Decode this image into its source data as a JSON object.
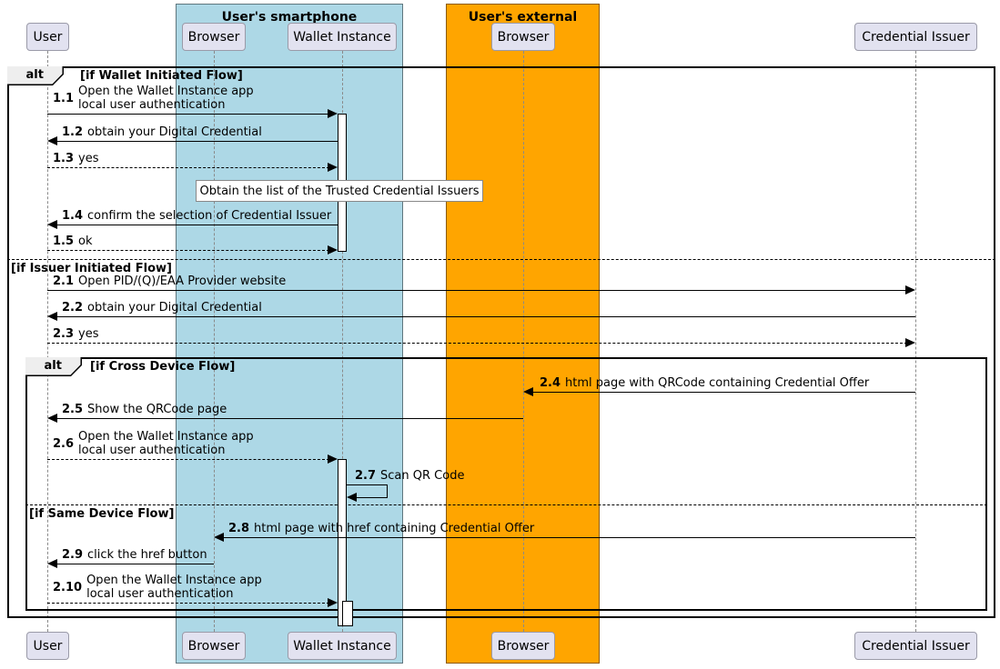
{
  "boxes": {
    "smartphone": {
      "title": "User's smartphone",
      "fill": "#ADD8E6"
    },
    "external": {
      "title": "User's external device",
      "fill": "#FFA500"
    }
  },
  "participants": {
    "user": "User",
    "browser_phone": "Browser",
    "wallet": "Wallet Instance",
    "browser_ext": "Browser",
    "issuer": "Credential Issuer"
  },
  "frames": {
    "outer": {
      "keyword": "alt",
      "guard1": "[if Wallet Initiated Flow]",
      "guard2": "[if Issuer Initiated Flow]"
    },
    "inner": {
      "keyword": "alt",
      "guard1": "[if Cross Device Flow]",
      "guard2": "[if Same Device Flow]"
    }
  },
  "note": {
    "text": "Obtain the list of the Trusted Credential Issuers"
  },
  "messages": {
    "m1_1": {
      "num": "1.1",
      "line1": "Open the Wallet Instance app",
      "line2": "local user authentication"
    },
    "m1_2": {
      "num": "1.2",
      "text": "obtain your Digital Credential"
    },
    "m1_3": {
      "num": "1.3",
      "text": "yes"
    },
    "m1_4": {
      "num": "1.4",
      "text": "confirm the selection of Credential Issuer"
    },
    "m1_5": {
      "num": "1.5",
      "text": "ok"
    },
    "m2_1": {
      "num": "2.1",
      "text": "Open PID/(Q)/EAA Provider website"
    },
    "m2_2": {
      "num": "2.2",
      "text": "obtain your Digital Credential"
    },
    "m2_3": {
      "num": "2.3",
      "text": "yes"
    },
    "m2_4": {
      "num": "2.4",
      "text": "html page with QRCode containing Credential Offer"
    },
    "m2_5": {
      "num": "2.5",
      "text": "Show the QRCode page"
    },
    "m2_6": {
      "num": "2.6",
      "line1": "Open the Wallet Instance app",
      "line2": "local user authentication"
    },
    "m2_7": {
      "num": "2.7",
      "text": "Scan QR Code"
    },
    "m2_8": {
      "num": "2.8",
      "text": "html page with href containing Credential Offer"
    },
    "m2_9": {
      "num": "2.9",
      "text": "click the href button"
    },
    "m2_10": {
      "num": "2.10",
      "line1": "Open the Wallet Instance app",
      "line2": "local user authentication"
    }
  }
}
